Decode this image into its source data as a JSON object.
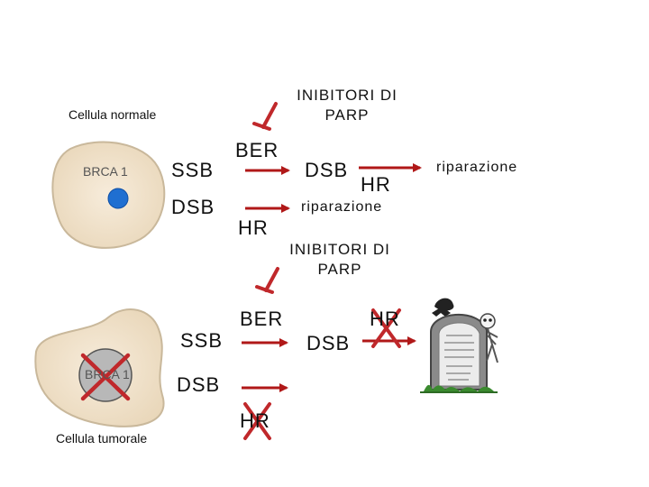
{
  "normal_cell": {
    "caption": "Cellula normale",
    "gene_label": "BRCA 1",
    "ssb_label": "SSB",
    "dsb_label": "DSB",
    "ber_label": "BER",
    "hr_label": "HR",
    "repair_label": "riparazione",
    "inhibitor_label": "INIBITORI DI PARP",
    "dsb2_label": "DSB",
    "hr2_label": "HR",
    "repair2_label": "riparazione"
  },
  "tumor_cell": {
    "caption": "Cellula tumorale",
    "gene_label": "BRCA 1",
    "inhibitor_label": "INIBITORI DI PARP",
    "ber_label": "BER",
    "ssb_label": "SSB",
    "dsb_label": "DSB",
    "hr_label": "HR",
    "dsb2_label": "DSB",
    "hr2_label": "HR"
  },
  "colors": {
    "arrow": "#b01818",
    "cross": "#c0282b",
    "cell_fill": "#f1e4cf",
    "cell_edge": "#c9b89b",
    "nucleus": "#1f6fd1",
    "tombstone": "#8a8a8a"
  },
  "icons": [
    "inhibitor-symbol-icon",
    "cross-icon",
    "tombstone-icon",
    "skeleton-icon",
    "bat-icon"
  ]
}
